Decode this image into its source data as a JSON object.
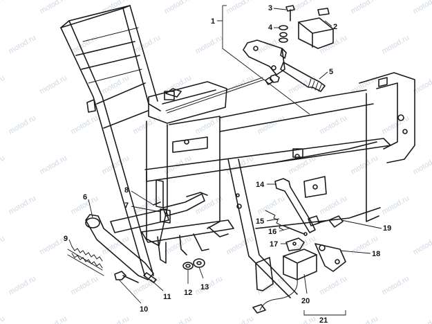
{
  "watermark": "motod.ru",
  "callouts": [
    {
      "id": "1",
      "label": "1"
    },
    {
      "id": "2",
      "label": "2"
    },
    {
      "id": "3",
      "label": "3"
    },
    {
      "id": "4",
      "label": "4"
    },
    {
      "id": "5",
      "label": "5"
    },
    {
      "id": "6",
      "label": "6"
    },
    {
      "id": "7",
      "label": "7"
    },
    {
      "id": "8",
      "label": "8"
    },
    {
      "id": "9",
      "label": "9"
    },
    {
      "id": "10",
      "label": "10"
    },
    {
      "id": "11",
      "label": "11"
    },
    {
      "id": "12",
      "label": "12"
    },
    {
      "id": "13",
      "label": "13"
    },
    {
      "id": "14",
      "label": "14"
    },
    {
      "id": "15",
      "label": "15"
    },
    {
      "id": "16",
      "label": "16"
    },
    {
      "id": "17",
      "label": "17"
    },
    {
      "id": "18",
      "label": "18"
    },
    {
      "id": "19",
      "label": "19"
    },
    {
      "id": "20",
      "label": "20"
    },
    {
      "id": "21",
      "label": "21"
    }
  ]
}
